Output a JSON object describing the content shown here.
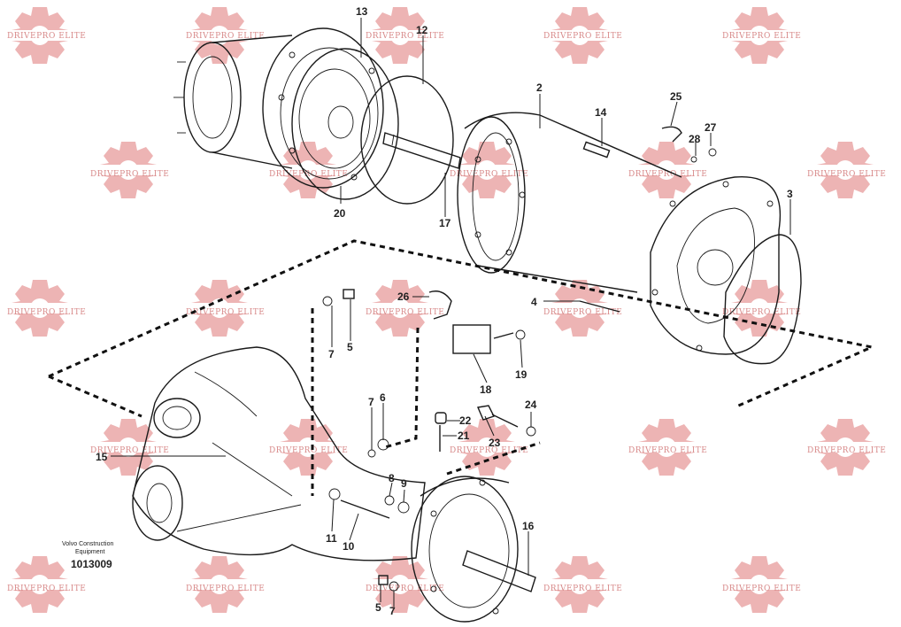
{
  "watermark": {
    "text": "DRIVEPRO ELITE",
    "color": "#e79b9b"
  },
  "brand": {
    "line1": "Volvo Construction",
    "line2": "Equipment",
    "code": "1013009"
  },
  "callouts": {
    "c1": "13",
    "c2": "12",
    "c3": "2",
    "c4": "14",
    "c5": "25",
    "c6": "27",
    "c7": "28",
    "c8": "20",
    "c9": "17",
    "c10": "3",
    "c11": "26",
    "c12": "4",
    "c13": "7",
    "c14": "5",
    "c15": "18",
    "c16": "19",
    "c17": "7",
    "c18": "6",
    "c19": "22",
    "c20": "21",
    "c21": "23",
    "c22": "24",
    "c23": "15",
    "c24": "8",
    "c25": "9",
    "c26": "11",
    "c27": "10",
    "c28": "16",
    "c29": "5",
    "c30": "7"
  }
}
